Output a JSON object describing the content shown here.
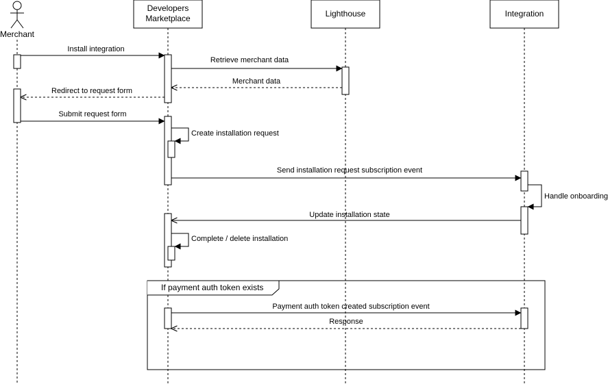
{
  "participants": {
    "merchant": "Merchant",
    "marketplace_line1": "Developers",
    "marketplace_line2": "Marketplace",
    "lighthouse": "Lighthouse",
    "integration": "Integration"
  },
  "messages": {
    "install_integration": "Install integration",
    "retrieve_merchant_data": "Retrieve merchant data",
    "merchant_data": "Merchant data",
    "redirect_request_form": "Redirect to request form",
    "submit_request_form": "Submit request form",
    "create_installation_request": "Create installation request",
    "send_installation_event": "Send installation request subscription event",
    "handle_onboarding": "Handle onboarding",
    "update_installation_state": "Update installation state",
    "complete_delete_installation": "Complete / delete installation",
    "payment_token_event": "Payment auth token created subscription event",
    "response": "Response"
  },
  "fragment": {
    "label": "If payment auth token exists"
  }
}
